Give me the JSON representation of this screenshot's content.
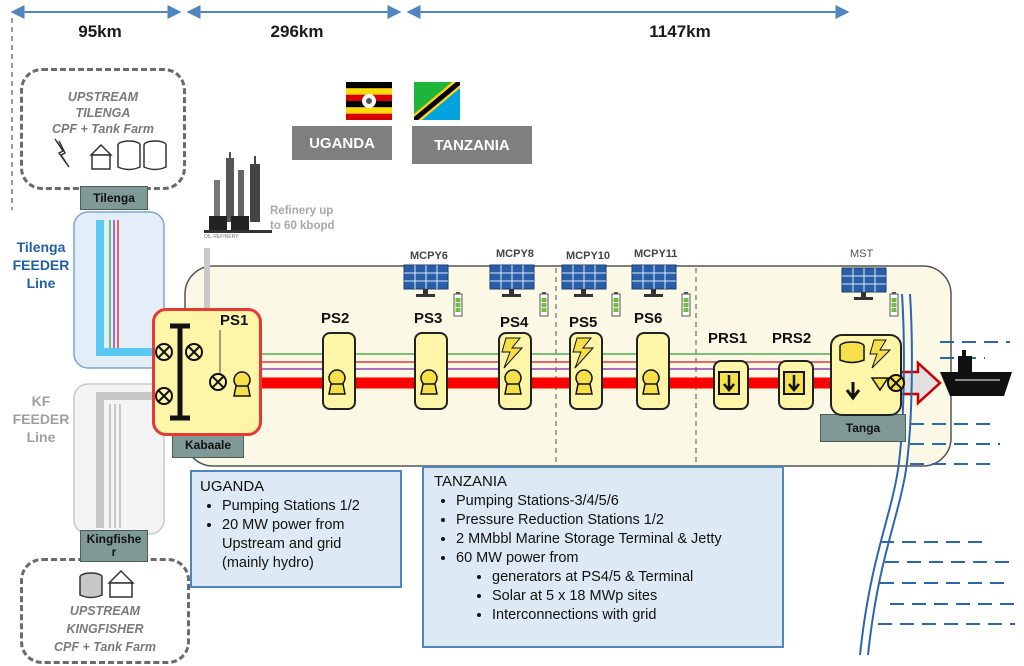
{
  "distances": {
    "d1": "95km",
    "d2": "296km",
    "d3": "1147km"
  },
  "countries": {
    "uganda": "UGANDA",
    "tanzania": "TANZANIA"
  },
  "upstream_tilenga": {
    "line1": "UPSTREAM",
    "line2": "TILENGA",
    "line3": "CPF + Tank Farm"
  },
  "upstream_kingfisher": {
    "line1": "UPSTREAM",
    "line2": "KINGFISHER",
    "line3": "CPF + Tank Farm"
  },
  "tags": {
    "tilenga": "Tilenga",
    "kabaale": "Kabaale",
    "kingfisher_1": "Kingfishe",
    "kingfisher_2": "r",
    "tanga": "Tanga"
  },
  "feeders": {
    "tilenga": {
      "l1": "Tilenga",
      "l2": "FEEDER",
      "l3": "Line"
    },
    "kf": {
      "l1": "KF",
      "l2": "FEEDER",
      "l3": "Line"
    }
  },
  "refinery": {
    "l1": "Refinery up",
    "l2": "to 60 kbopd",
    "small": "OIL REFINERY"
  },
  "stations": {
    "ps1": "PS1",
    "ps2": "PS2",
    "ps3": "PS3",
    "ps4": "PS4",
    "ps5": "PS5",
    "ps6": "PS6",
    "prs1": "PRS1",
    "prs2": "PRS2"
  },
  "solar_sites": {
    "mcpy6": "MCPY6",
    "mcpy8": "MCPY8",
    "mcpy10": "MCPY10",
    "mcpy11": "MCPY11",
    "mst": "MST"
  },
  "uganda_box": {
    "heading": "UGANDA",
    "items": [
      "Pumping Stations 1/2",
      "20 MW power from Upstream and grid (mainly hydro)"
    ]
  },
  "tanzania_box": {
    "heading": "TANZANIA",
    "items": [
      "Pumping Stations-3/4/5/6",
      "Pressure Reduction Stations 1/2",
      "2 MMbbl Marine Storage Terminal & Jetty",
      "60 MW power from"
    ],
    "subitems": [
      "generators at PS4/5 & Terminal",
      "Solar at 5 x 18 MWp sites",
      "Interconnections with grid"
    ]
  },
  "colors": {
    "pipeline_red": "#ff0000",
    "feeder_blue": "#5ac8f5",
    "info_border": "#4f86bf",
    "station_fill": "#fdf6a8",
    "corridor_fill": "#fbf8e6"
  }
}
